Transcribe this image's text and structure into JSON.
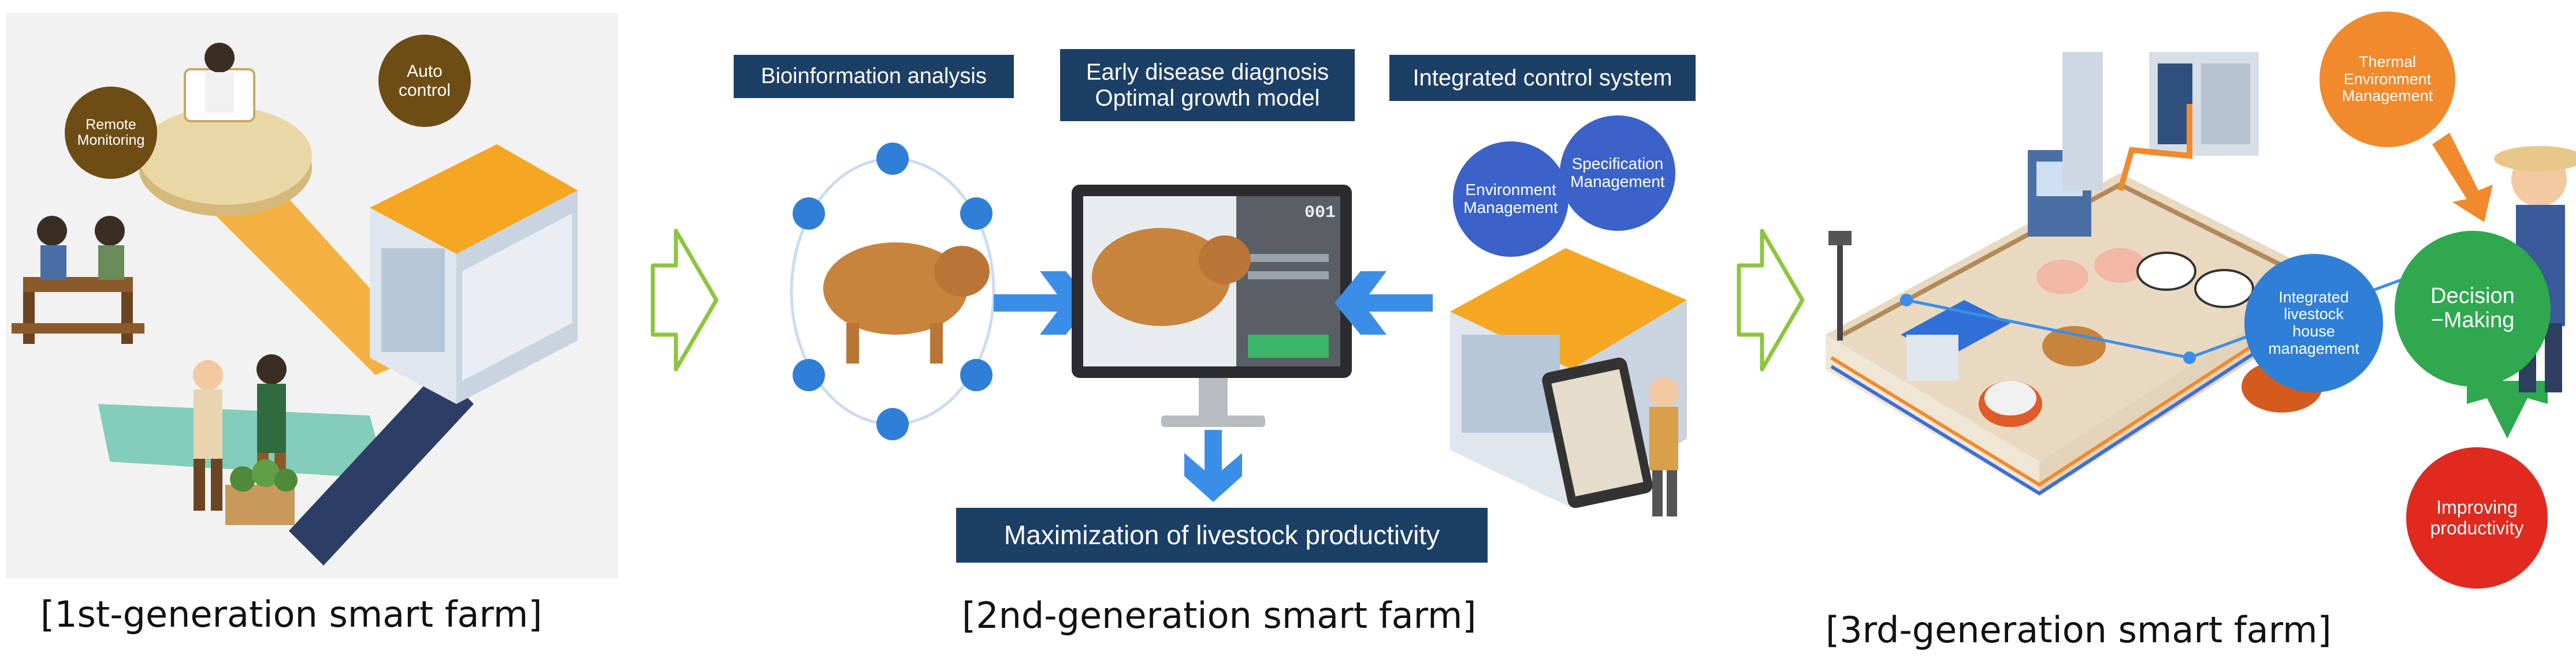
{
  "panel1": {
    "caption": "[1st-generation smart farm]",
    "bubble_remote_line1": "Remote",
    "bubble_remote_line2": "Monitoring",
    "bubble_auto_line1": "Auto",
    "bubble_auto_line2": "control"
  },
  "panel2": {
    "caption": "[2nd-generation smart farm]",
    "label_bioinfo": "Bioinformation analysis",
    "label_early_line1": "Early disease diagnosis",
    "label_early_line2": "Optimal growth model",
    "label_integrated": "Integrated control system",
    "label_maximization": "Maximization of livestock productivity",
    "circle_env_line1": "Environment",
    "circle_env_line2": "Management",
    "circle_spec_line1": "Specification",
    "circle_spec_line2": "Management",
    "monitor_readout": "001"
  },
  "panel3": {
    "caption": "[3rd-generation smart farm]",
    "thermal_line1": "Thermal",
    "thermal_line2": "Environment",
    "thermal_line3": "Management",
    "integrated_line1": "Integrated",
    "integrated_line2": "livestock",
    "integrated_line3": "house",
    "integrated_line4": "management",
    "decision_line1": "Decision",
    "decision_line2": "−Making",
    "improving_line1": "Improving",
    "improving_line2": "productivity"
  },
  "colors": {
    "navy_label": "#1c3f66",
    "arrow_blue": "#3b8ee8",
    "hollow_arrow_green": "#8cc63f",
    "thermal_orange": "#f08a2c",
    "decision_green": "#2fa84f",
    "improving_red": "#e02a1f",
    "integrated_blue": "#2f7fd6",
    "circle_blue": "#3a62c9"
  }
}
